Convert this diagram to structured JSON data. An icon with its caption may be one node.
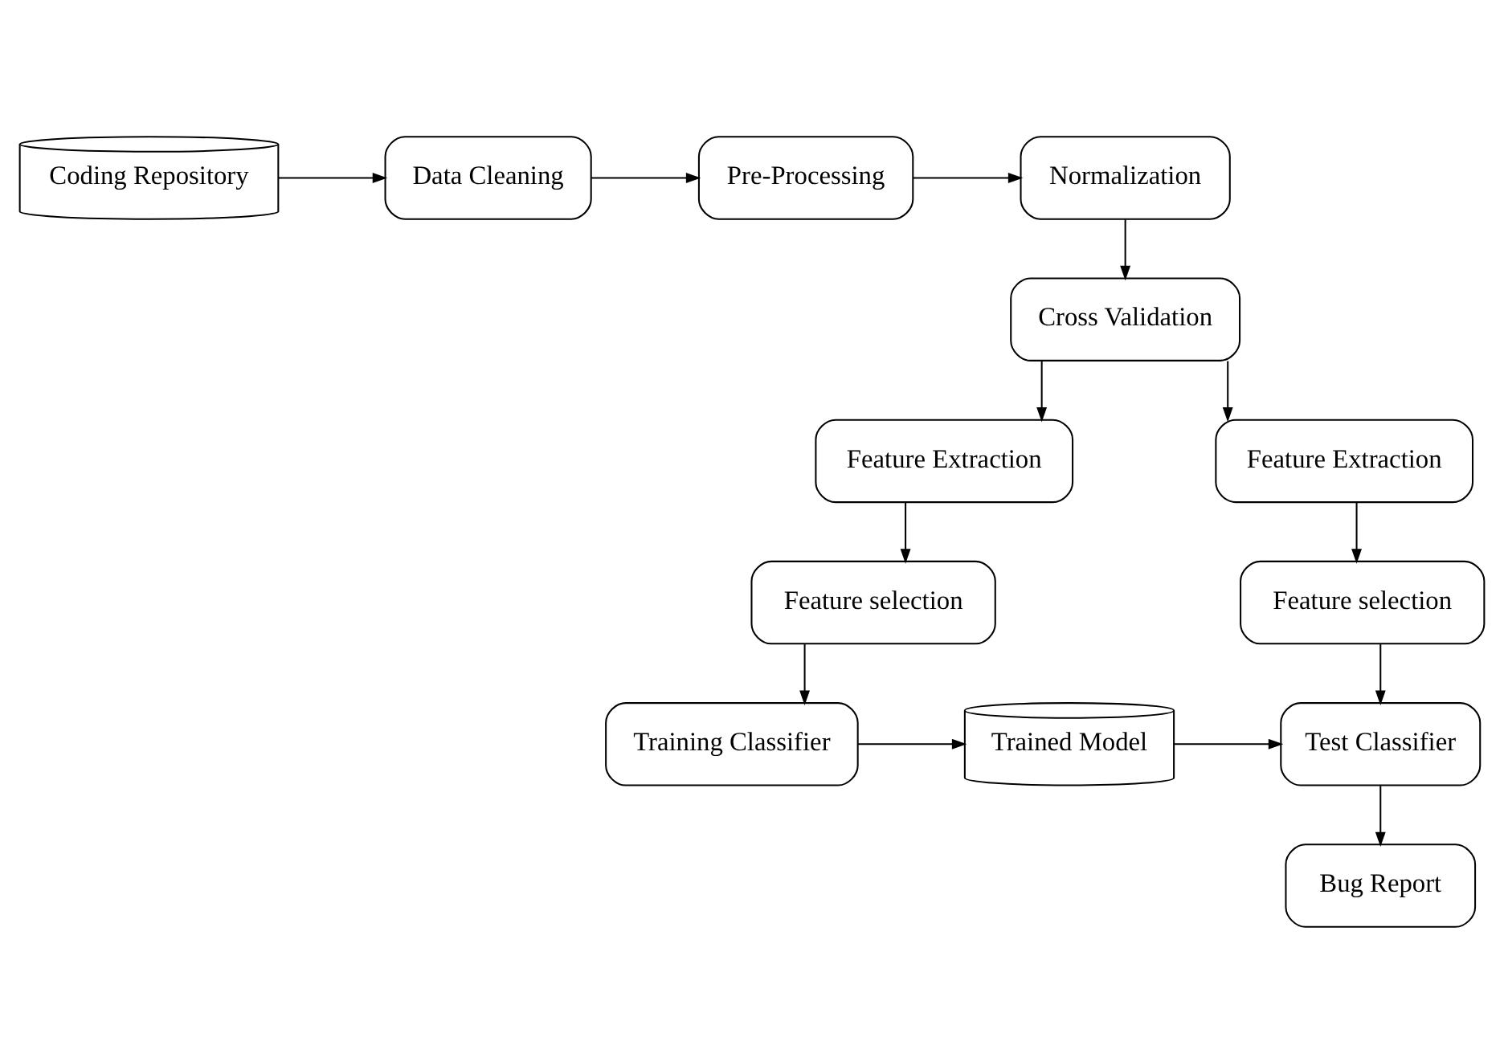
{
  "diagram": {
    "nodes": [
      {
        "text": [
          "Coding Repository"
        ]
      },
      {
        "text": [
          "Data Cleaning"
        ]
      },
      {
        "text": [
          "Pre-Processing"
        ]
      },
      {
        "text": [
          "Normalization"
        ]
      },
      {
        "text": [
          "Cross Validation"
        ]
      },
      {
        "text": [
          "Feature Extraction"
        ]
      },
      {
        "text": [
          "Feature Extraction"
        ]
      },
      {
        "text": [
          "Feature selection"
        ]
      },
      {
        "text": [
          "Feature selection"
        ]
      },
      {
        "text": [
          "Training Classifier"
        ]
      },
      {
        "text": [
          "Trained Model"
        ]
      },
      {
        "text": [
          "Test Classifier"
        ]
      },
      {
        "text": [
          "Bug Report"
        ]
      }
    ],
    "edges": [
      {
        "from": 0,
        "to": 1,
        "arrow": "to"
      },
      {
        "from": 1,
        "to": 2,
        "arrow": "to"
      },
      {
        "from": 2,
        "to": 3,
        "arrow": "to"
      },
      {
        "from": 3,
        "to": 4,
        "arrow": "to"
      },
      {
        "from": 4,
        "to": 5,
        "arrow": "to"
      },
      {
        "from": 4,
        "to": 6,
        "arrow": "to"
      },
      {
        "from": 5,
        "to": 7,
        "arrow": "to"
      },
      {
        "from": 6,
        "to": 8,
        "arrow": "to"
      },
      {
        "from": 7,
        "to": 9,
        "arrow": "to"
      },
      {
        "from": 8,
        "to": 11,
        "arrow": "to"
      },
      {
        "from": 9,
        "to": 10,
        "arrow": "to"
      },
      {
        "from": 10,
        "to": 11,
        "arrow": "to"
      },
      {
        "from": 11,
        "to": 12,
        "arrow": "to"
      }
    ]
  }
}
